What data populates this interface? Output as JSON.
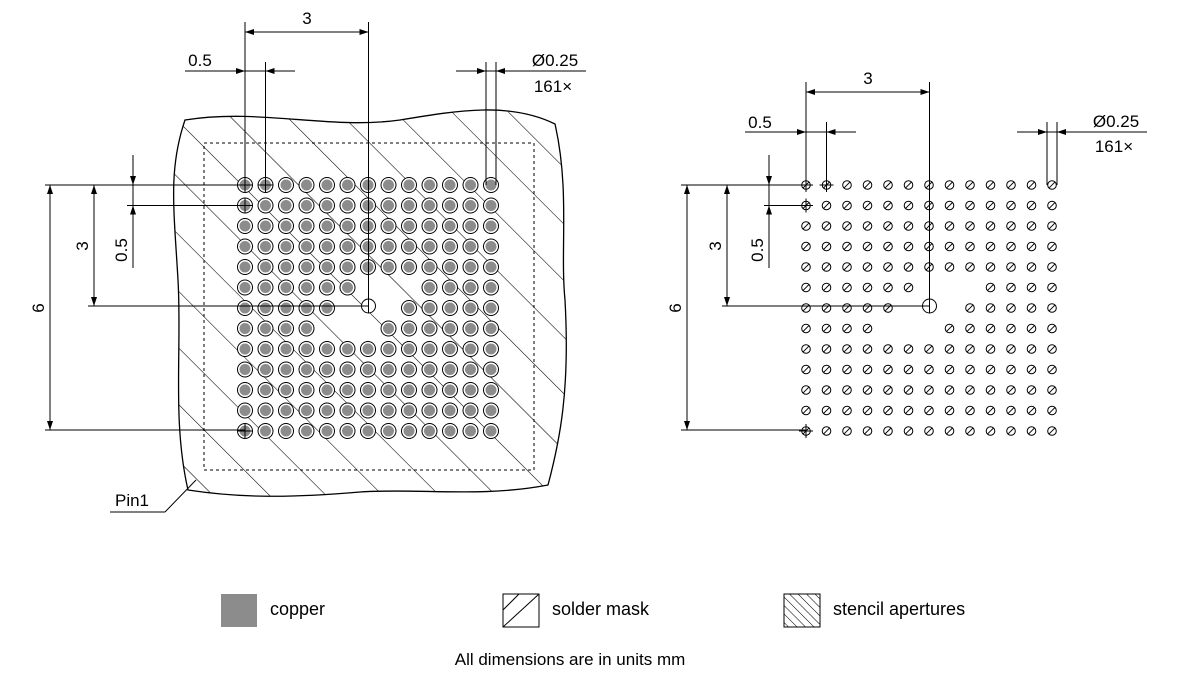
{
  "footprint": {
    "dimensions": {
      "pitch_label": "0.5",
      "offset_label": "3",
      "span_label": "6",
      "pad_diameter_label": "Ø0.25",
      "pad_count_label": "161×",
      "pin1_label": "Pin1"
    },
    "grid": {
      "rows": 13,
      "cols": 13,
      "pitch_mm": 0.5,
      "missing": [
        [
          5,
          6
        ],
        [
          5,
          7
        ],
        [
          5,
          8
        ],
        [
          6,
          5
        ],
        [
          6,
          6
        ],
        [
          6,
          7
        ],
        [
          7,
          4
        ],
        [
          7,
          5
        ],
        [
          7,
          6
        ]
      ]
    }
  },
  "legend": {
    "copper": "copper",
    "solder_mask": "solder mask",
    "stencil_apertures": "stencil apertures"
  },
  "note": "All dimensions are in units mm",
  "colors": {
    "copper": "#8c8c8c",
    "line": "#000000"
  }
}
